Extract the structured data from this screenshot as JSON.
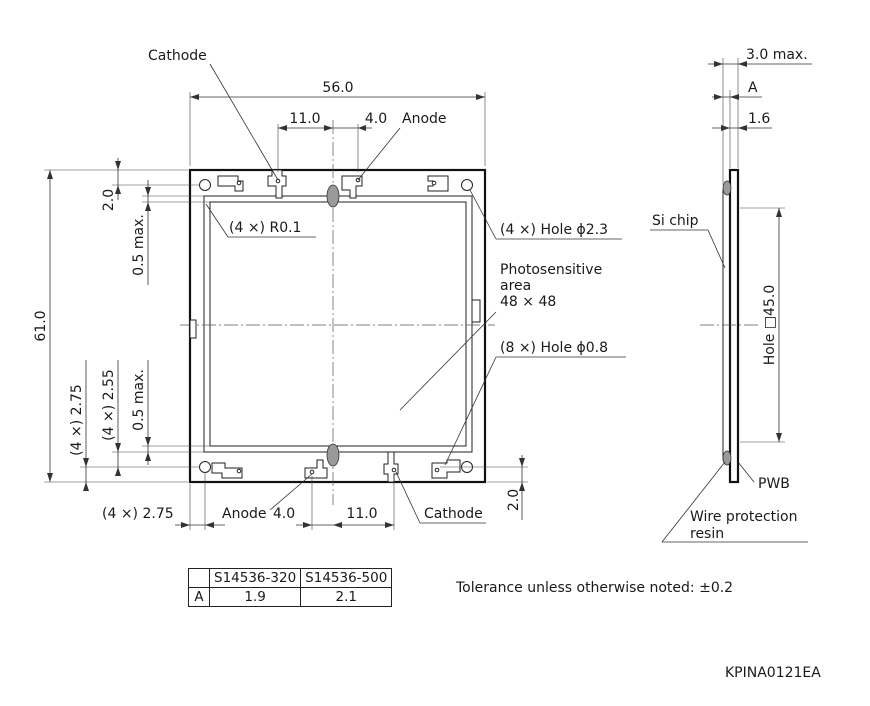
{
  "labels": {
    "cathode_top": "Cathode",
    "anode_top": "Anode",
    "anode_bottom": "Anode",
    "cathode_bottom": "Cathode",
    "r01": "(4 ×) R0.1",
    "hole23": "(4 ×) Hole ϕ2.3",
    "photo1": "Photosensitive",
    "photo2": "area",
    "photo3": "48 × 48",
    "hole08": "(8 ×) Hole ϕ0.8",
    "si_chip": "Si chip",
    "pwb": "PWB",
    "resin1": "Wire protection",
    "resin2": "resin",
    "hole45": "Hole □45.0"
  },
  "dims": {
    "width": "56.0",
    "d11_top": "11.0",
    "d4_top": "4.0",
    "h20_top": "2.0",
    "h05_top": "0.5 max.",
    "height": "61.0",
    "h275": "(4 ×) 2.75",
    "h255": "(4 ×) 2.55",
    "h05_bot": "0.5 max.",
    "w275": "(4 ×) 2.75",
    "d4_bot": "4.0",
    "d11_bot": "11.0",
    "h20_bot": "2.0",
    "t30": "3.0 max.",
    "tA": "A",
    "t16": "1.6"
  },
  "table": {
    "headers": [
      "",
      "S14536-320",
      "S14536-500"
    ],
    "rows": [
      [
        "A",
        "1.9",
        "2.1"
      ]
    ]
  },
  "tolerance": "Tolerance unless otherwise noted: ±0.2",
  "drawing_code": "KPINA0121EA"
}
